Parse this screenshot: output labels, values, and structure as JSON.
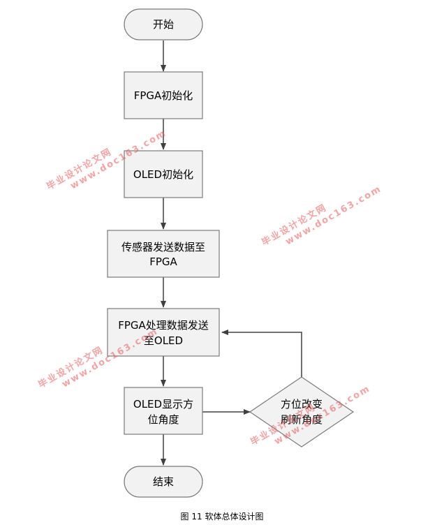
{
  "nodes": {
    "start": "开始",
    "fpga_init": "FPGA初始化",
    "oled_init": "OLED初始化",
    "sensor_send_line1": "传感器发送数据至",
    "sensor_send_line2": "FPGA",
    "fpga_process_line1": "FPGA处理数据发送",
    "fpga_process_line2": "至OLED",
    "oled_show_line1": "OLED显示方",
    "oled_show_line2": "位角度",
    "decision_line1": "方位改变",
    "decision_line2": "刷新角度",
    "end": "结束"
  },
  "caption": "图 11 软体总体设计图",
  "watermark": {
    "line1": "毕业设计论文网",
    "line2": "www.doc163.com"
  },
  "colors": {
    "box_fill": "#f2f2f2",
    "stroke": "#7a7a7a",
    "arrow": "#404040",
    "watermark": "#e85a5a"
  }
}
